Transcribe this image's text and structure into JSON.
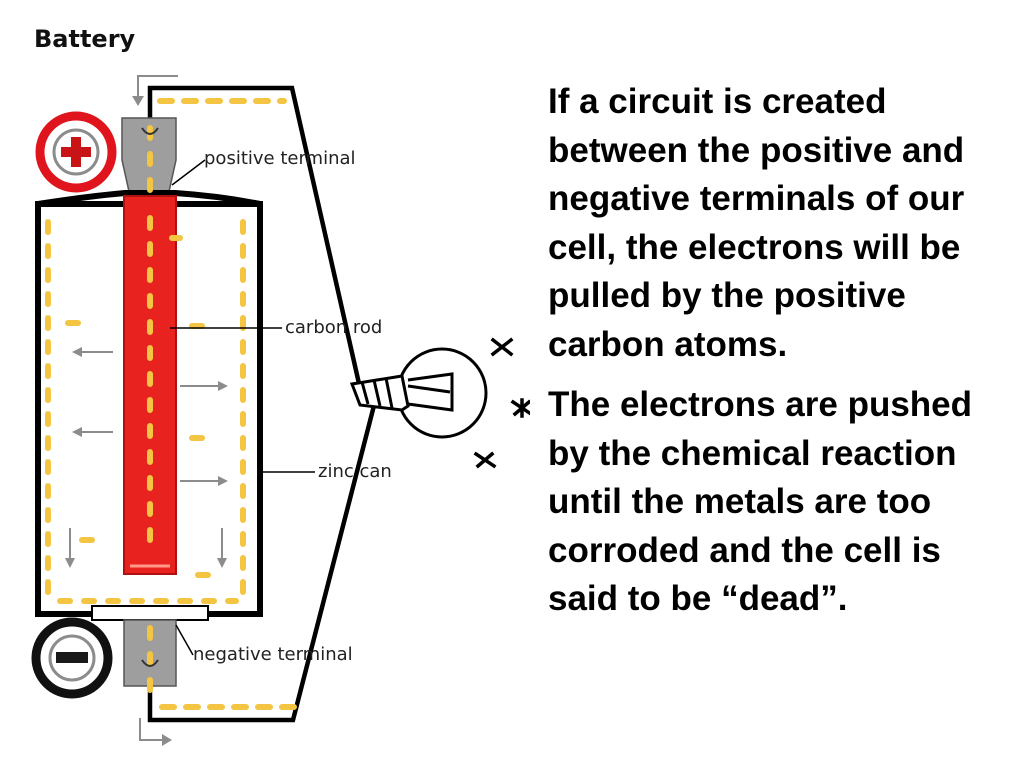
{
  "diagram": {
    "title": "Battery",
    "labels": {
      "positive_terminal": "positive terminal",
      "carbon_rod": "carbon rod",
      "zinc_can": "zinc can",
      "negative_terminal": "negative terminal"
    },
    "signs": {
      "positive": "+",
      "negative": "−"
    },
    "colors": {
      "electron": "#f4c542",
      "carbon_rod": "#e8221e",
      "positive_ring": "#e0141c",
      "negative_ring": "#111111",
      "terminal": "#9e9e9e",
      "arrow": "#8c8c8c"
    }
  },
  "explanation": {
    "paragraph1": "If a circuit is created between the positive and negative terminals of our cell, the electrons will be pulled by the positive carbon atoms.",
    "paragraph2": "The electrons are pushed by the chemical reaction until the metals are too corroded and the cell is said to be “dead”."
  }
}
